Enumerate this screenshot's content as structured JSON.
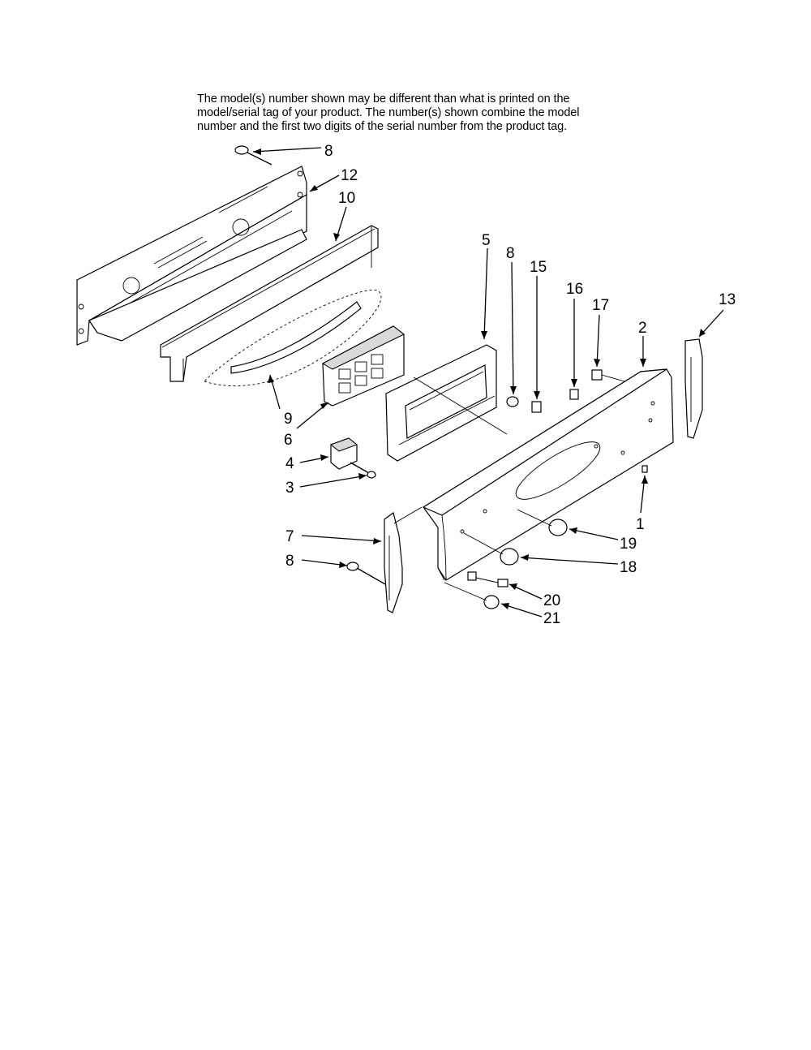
{
  "note": {
    "line1": "The model(s) number shown may be different than what is printed on the",
    "line2": "model/serial tag of your product. The number(s) shown combine the model",
    "line3": "number and the first two digits of the serial number from the product tag."
  },
  "callouts": {
    "c8a": "8",
    "c12": "12",
    "c10": "10",
    "c5": "5",
    "c8b": "8",
    "c15": "15",
    "c16": "16",
    "c17": "17",
    "c13": "13",
    "c2": "2",
    "c9": "9",
    "c6": "6",
    "c4": "4",
    "c3": "3",
    "c1": "1",
    "c7": "7",
    "c19": "19",
    "c8c": "8",
    "c18": "18",
    "c20": "20",
    "c21": "21"
  }
}
